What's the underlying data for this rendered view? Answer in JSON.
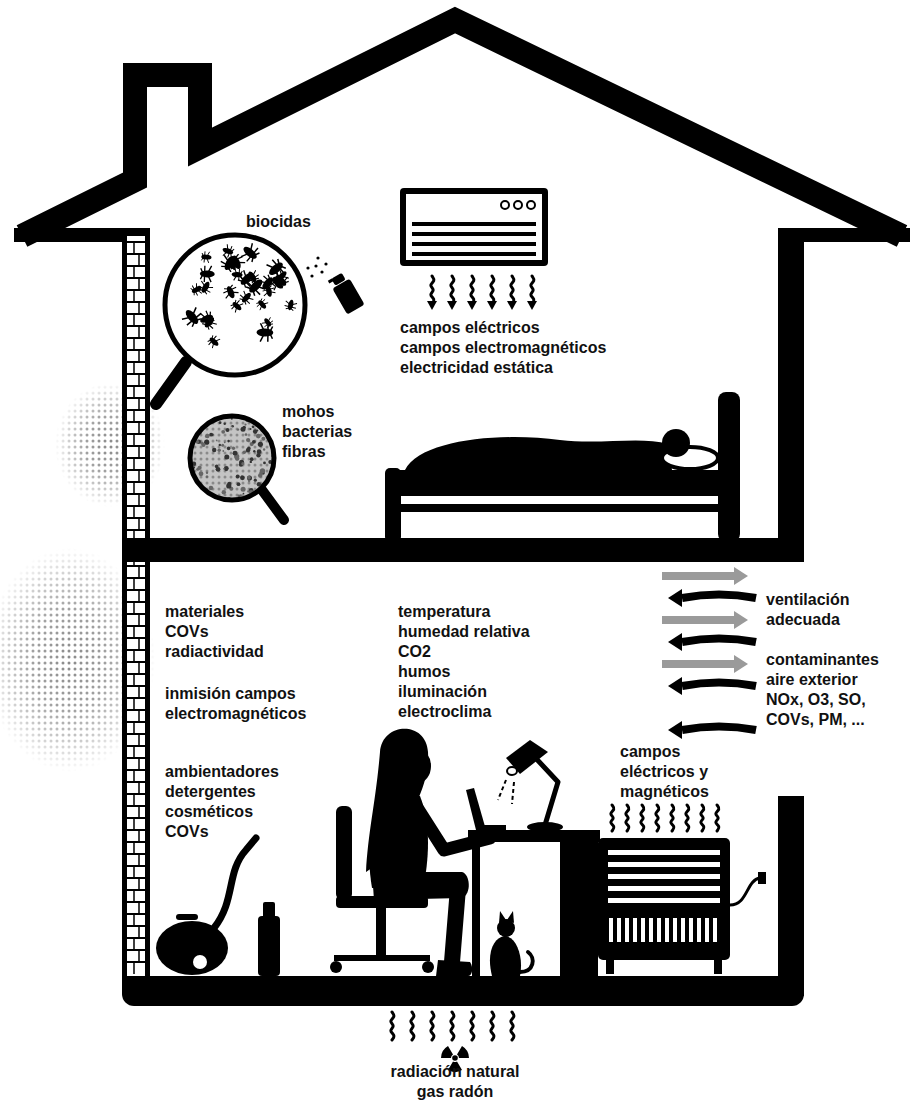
{
  "diagram": {
    "labels": [
      "biocidas",
      "campos eléctricos",
      "campos electromagnéticos",
      "electricidad estática",
      "mohos",
      "bacterias",
      "fibras",
      "materiales",
      "COVs",
      "radiactividad",
      "temperatura",
      "humedad relativa",
      "CO2",
      "humos",
      "iluminación",
      "electroclima",
      "ventilación adecuada",
      "inmisión campos electromagnéticos",
      "contaminantes aire exterior NOx, O3, SO, COVs, PM, ...",
      "ambientadores",
      "detergentes",
      "cosméticos",
      "COVs",
      "campos eléctricos y magnéticos",
      "radiación natural",
      "gas radón"
    ]
  }
}
